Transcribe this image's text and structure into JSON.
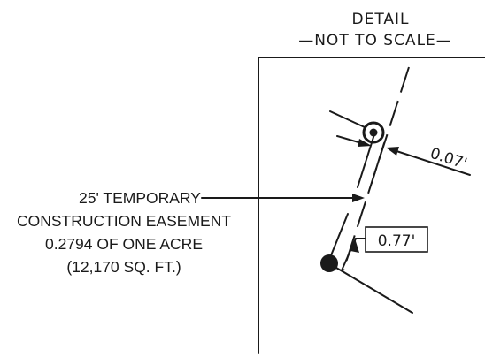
{
  "detail": {
    "title": "DETAIL",
    "subtitle": "—NOT TO SCALE—"
  },
  "easement": {
    "line1": "25' TEMPORARY",
    "line2": "CONSTRUCTION EASEMENT",
    "line3": "0.2794 OF ONE ACRE",
    "line4": "(12,170 SQ. FT.)"
  },
  "dimensions": {
    "upper": "0.07'",
    "lower": "0.77'"
  }
}
